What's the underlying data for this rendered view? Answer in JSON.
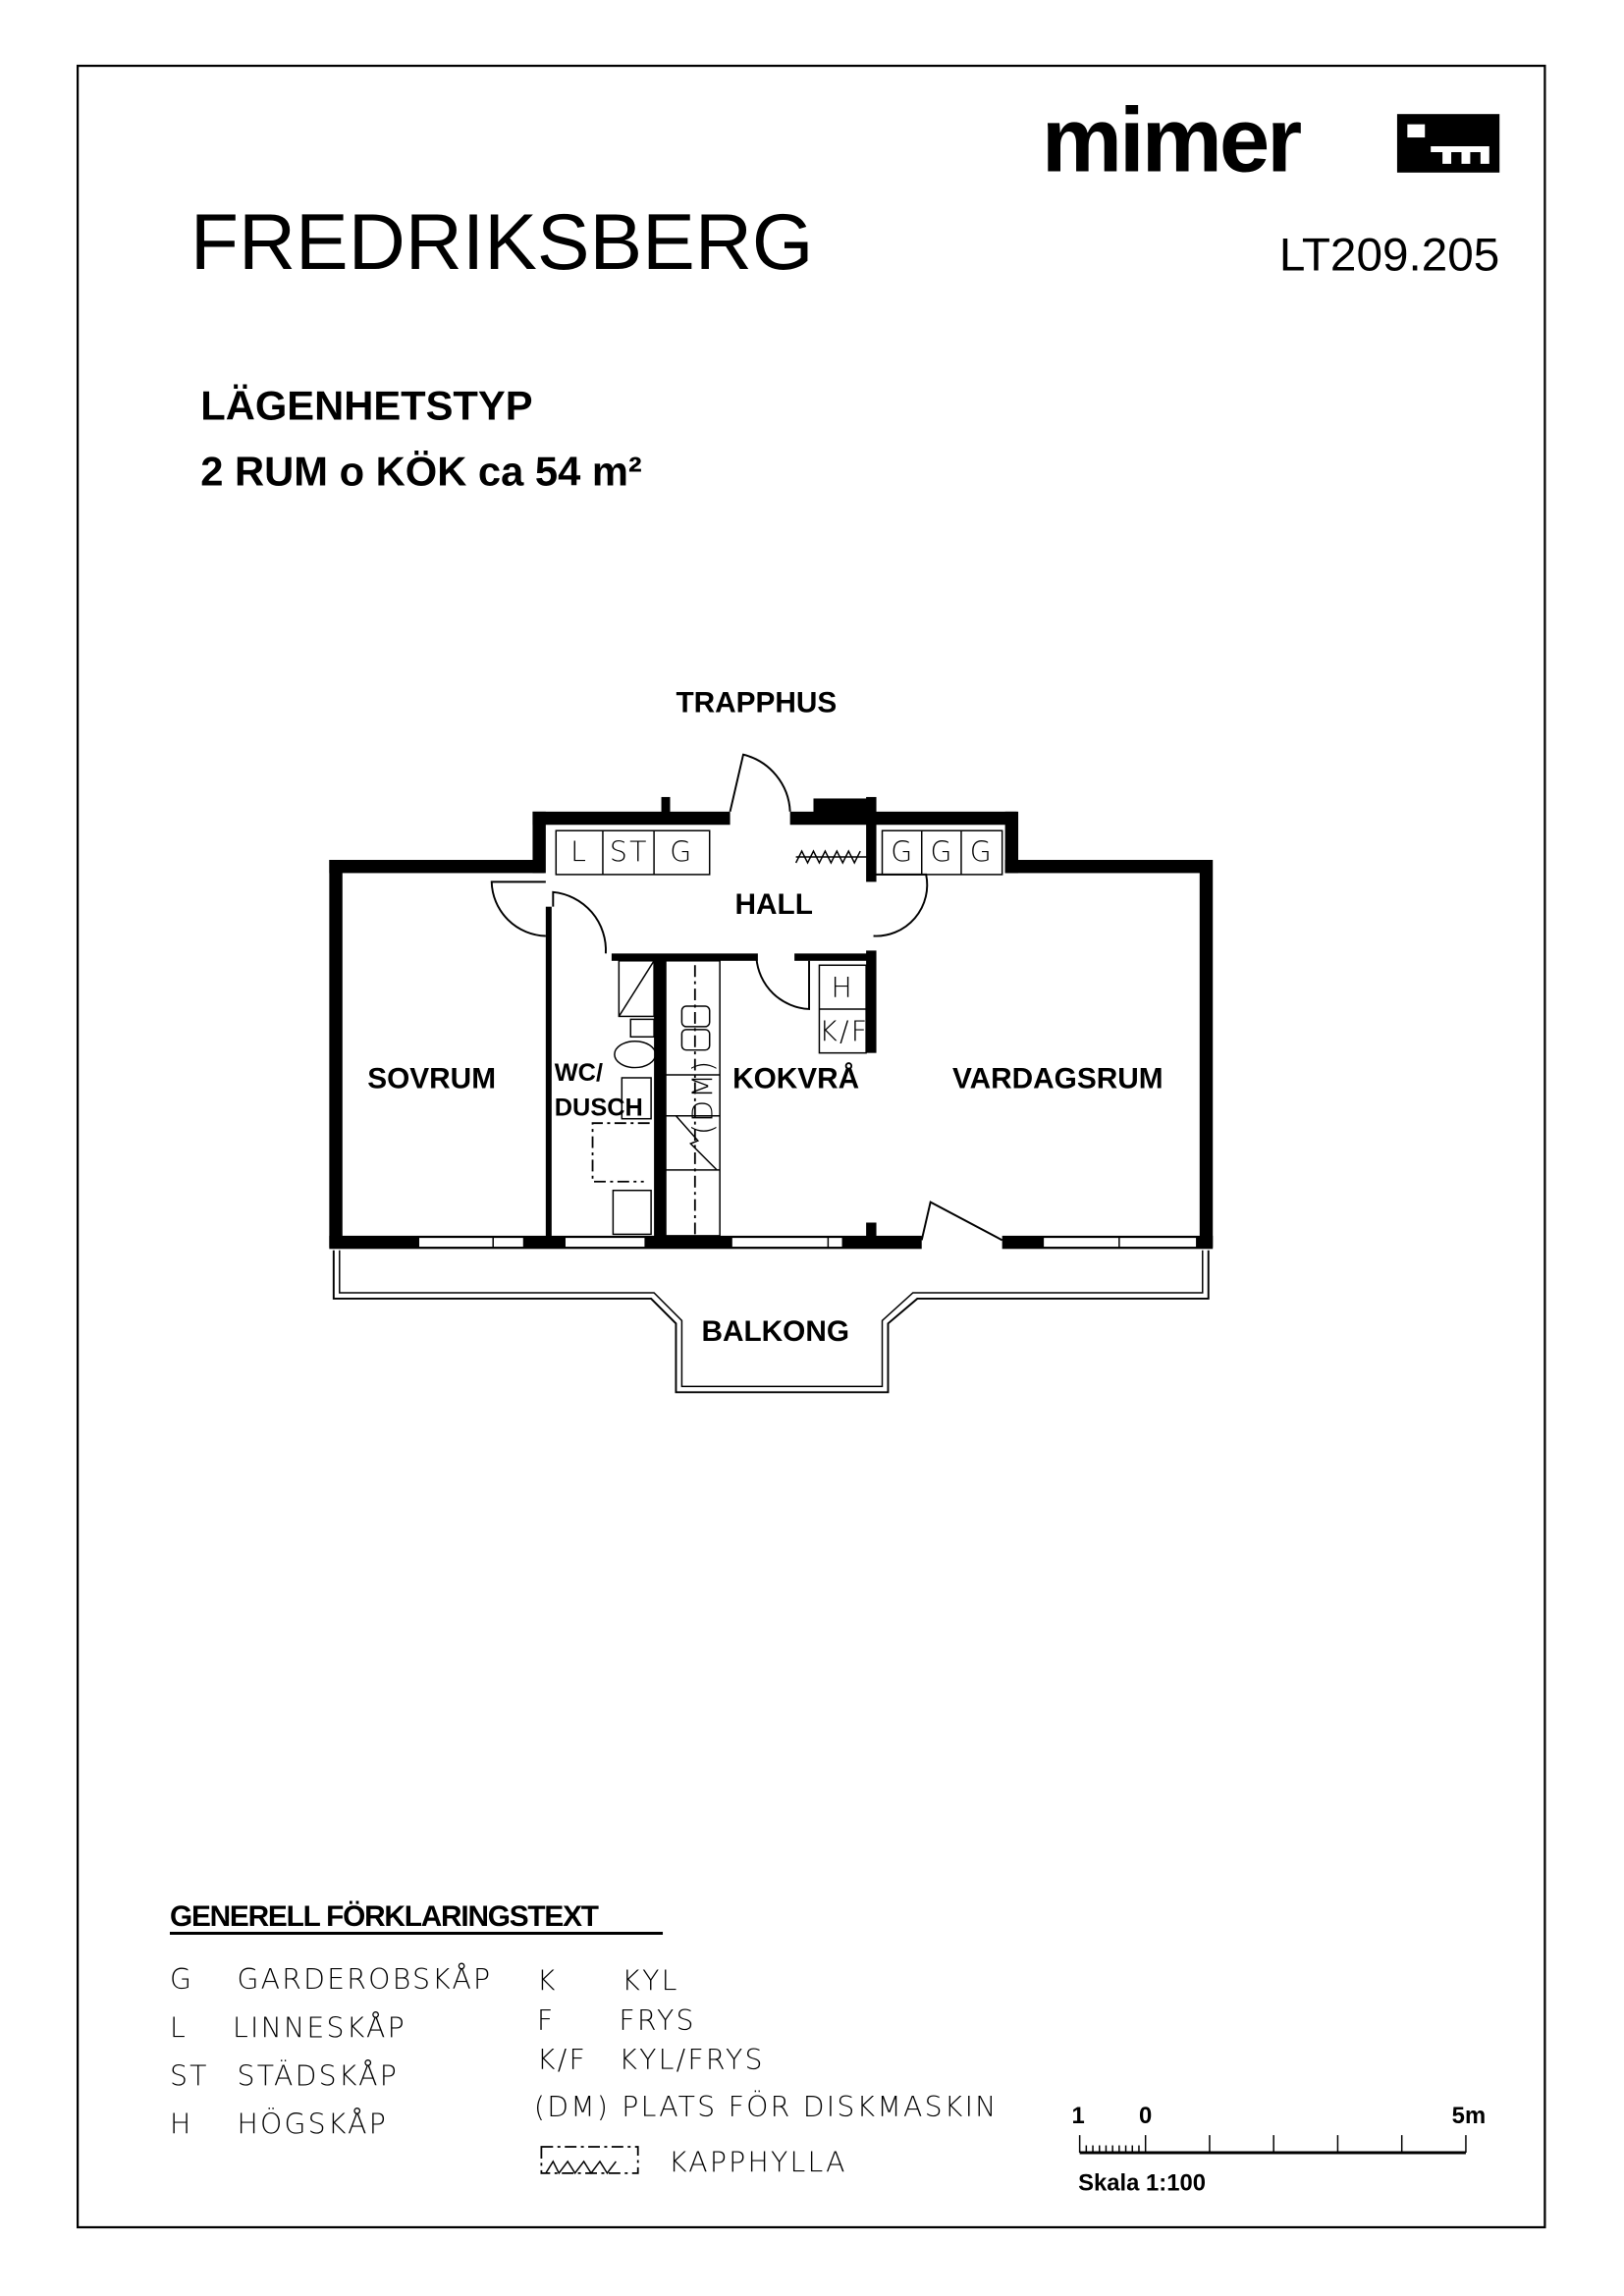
{
  "header": {
    "logo_text": "mimer",
    "area_name": "FREDRIKSBERG",
    "drawing_code": "LT209.205",
    "type_heading": "LÄGENHETSTYP",
    "type_desc": "2 RUM o KÖK ca 54 m²"
  },
  "plan": {
    "outside_label": "TRAPPHUS",
    "rooms": {
      "hall": "HALL",
      "sovrum": "SOVRUM",
      "wc_line1": "WC/",
      "wc_line2": "DUSCH",
      "kokvra": "KOKVRÅ",
      "vardagsrum": "VARDAGSRUM",
      "balkong": "BALKONG"
    },
    "cabinets": {
      "left": [
        "L",
        "ST",
        "G"
      ],
      "right": [
        "G",
        "G",
        "G"
      ],
      "kitchen": [
        "H",
        "K/F"
      ],
      "dm": "(DM)"
    }
  },
  "legend": {
    "title": "GENERELL FÖRKLARINGSTEXT",
    "left": [
      {
        "code": "G",
        "text": "GARDEROBSKÅP"
      },
      {
        "code": "L",
        "text": "LINNESKÅP"
      },
      {
        "code": "ST",
        "text": "STÄDSKÅP"
      },
      {
        "code": "H",
        "text": "HÖGSKÅP"
      }
    ],
    "right": [
      {
        "code": "K",
        "text": "KYL"
      },
      {
        "code": "F",
        "text": "FRYS"
      },
      {
        "code": "K/F",
        "text": "KYL/FRYS"
      },
      {
        "code": "(DM)",
        "text": "PLATS FÖR DISKMASKIN"
      }
    ],
    "kapphylla": "KAPPHYLLA"
  },
  "scale": {
    "label_1": "1",
    "label_0": "0",
    "label_5m": "5m",
    "caption": "Skala 1:100"
  }
}
